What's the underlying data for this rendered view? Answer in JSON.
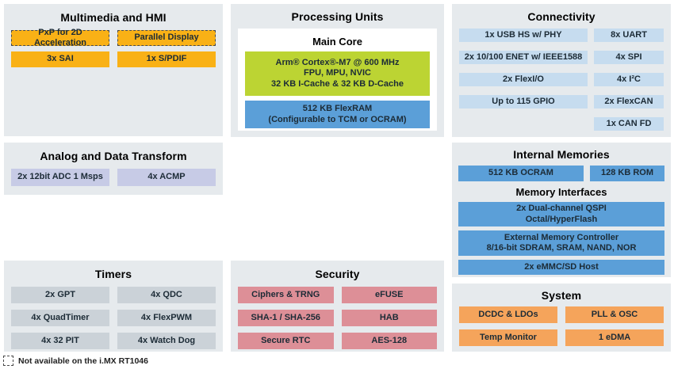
{
  "colors": {
    "panel_bg": "#E6EAED",
    "multimedia_orange": "#F9B116",
    "system_orange": "#F5A45B",
    "connectivity_blue": "#C6DCEF",
    "memory_blue": "#5B9FD8",
    "core_green": "#BCD433",
    "security_pink": "#DD8F97",
    "timers_gray": "#CBD2D8",
    "analog_lavender": "#C7CBE6"
  },
  "panels": {
    "multimedia": {
      "title": "Multimedia and HMI",
      "blocks": [
        "PxP for 2D Acceleration",
        "Parallel Display",
        "3x SAI",
        "1x S/PDIF"
      ]
    },
    "processing": {
      "title": "Processing Units",
      "subtitle": "Main Core",
      "core_lines": [
        "Arm® Cortex®-M7 @ 600 MHz",
        "FPU, MPU, NVIC",
        "32 KB I-Cache & 32 KB D-Cache"
      ],
      "flexram_lines": [
        "512 KB FlexRAM",
        "(Configurable to TCM or OCRAM)"
      ]
    },
    "connectivity": {
      "title": "Connectivity",
      "left": [
        "1x USB HS w/ PHY",
        "2x 10/100 ENET w/ IEEE1588",
        "2x FlexI/O",
        "Up to 115 GPIO"
      ],
      "right": [
        "8x UART",
        "4x SPI",
        "4x I²C",
        "2x FlexCAN",
        "1x CAN FD"
      ]
    },
    "analog": {
      "title": "Analog and Data Transform",
      "blocks": [
        "2x 12bit ADC 1 Msps",
        "4x ACMP"
      ]
    },
    "memories": {
      "title": "Internal Memories",
      "row": [
        "512 KB OCRAM",
        "128 KB ROM"
      ],
      "subtitle": "Memory Interfaces",
      "qspi_lines": [
        "2x Dual-channel QSPI",
        "Octal/HyperFlash"
      ],
      "emc_lines": [
        "External Memory Controller",
        "8/16-bit SDRAM, SRAM, NAND, NOR"
      ],
      "emmc": "2x eMMC/SD Host"
    },
    "timers": {
      "title": "Timers",
      "blocks": [
        "2x GPT",
        "4x QDC",
        "4x QuadTimer",
        "4x FlexPWM",
        "4x 32 PIT",
        "4x Watch Dog"
      ]
    },
    "security": {
      "title": "Security",
      "blocks": [
        "Ciphers & TRNG",
        "eFUSE",
        "SHA-1 / SHA-256",
        "HAB",
        "Secure RTC",
        "AES-128"
      ]
    },
    "system": {
      "title": "System",
      "blocks": [
        "DCDC & LDOs",
        "PLL & OSC",
        "Temp Monitor",
        "1 eDMA"
      ]
    }
  },
  "legend": {
    "note": "Not available on the i.MX RT1046"
  }
}
